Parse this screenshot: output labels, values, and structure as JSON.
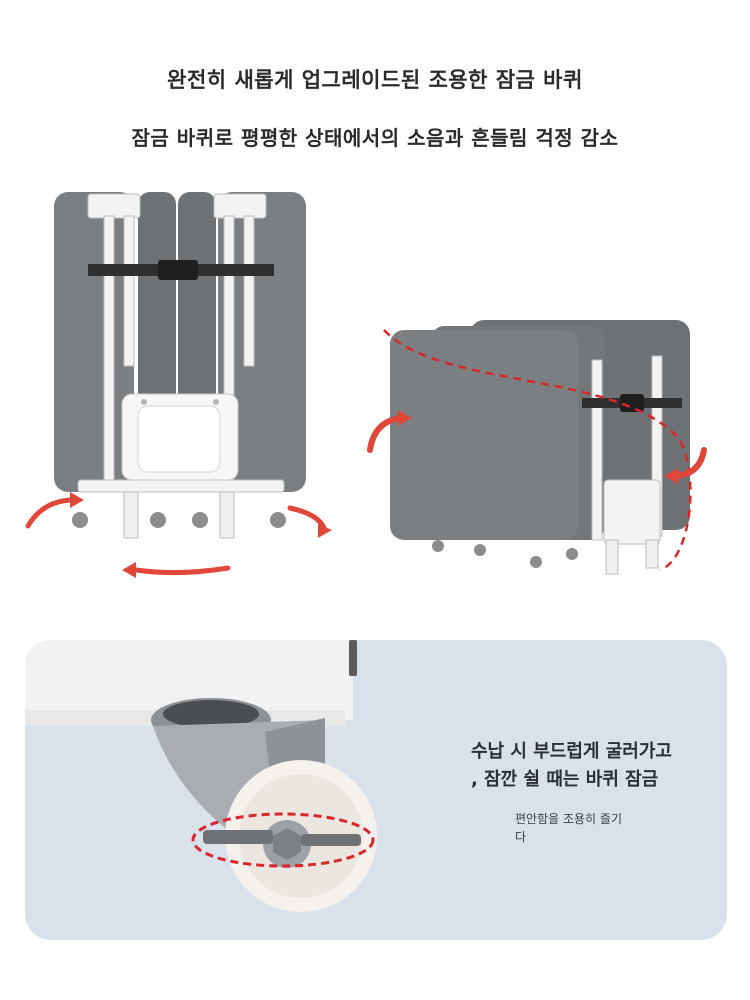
{
  "headline": {
    "line1": "완전히 새롭게 업그레이드된 조용한 잠금 바퀴",
    "line2": "잠금 바퀴로 평평한 상태에서의 소음과 흔들림 걱정 감소"
  },
  "caster_panel": {
    "text_line1": "수납 시 부드럽게 굴러가고",
    "text_line2": ", 잠깐 쉴 때는 바퀴 잠금",
    "sub_line1": "편안함을 조용히 즐기",
    "sub_line2": "다"
  },
  "colors": {
    "cushion": "#7c7f82",
    "frame": "#f4f4f4",
    "arrow": "#e0463a",
    "dash": "#d9262a",
    "panel_bg": "#d9e1ea"
  }
}
